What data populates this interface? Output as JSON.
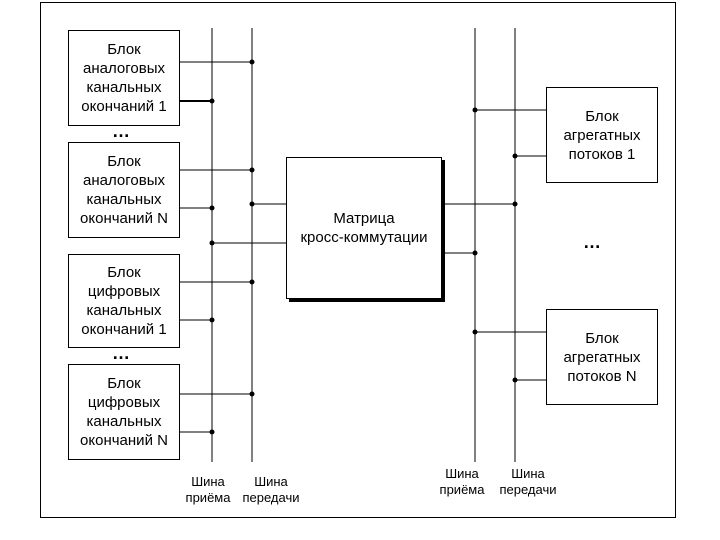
{
  "left_blocks": [
    {
      "lines": [
        "Блок",
        "аналоговых",
        "канальных",
        "окончаний 1"
      ]
    },
    {
      "lines": [
        "Блок",
        "аналоговых",
        "канальных",
        "окончаний N"
      ]
    },
    {
      "lines": [
        "Блок",
        "цифровых",
        "канальных",
        "окончаний 1"
      ]
    },
    {
      "lines": [
        "Блок",
        "цифровых",
        "канальных",
        "окончаний N"
      ]
    }
  ],
  "center_block": {
    "lines": [
      "Матрица",
      "кросс-коммутации"
    ]
  },
  "right_blocks": [
    {
      "lines": [
        "Блок",
        "агрегатных",
        "потоков 1"
      ]
    },
    {
      "lines": [
        "Блок",
        "агрегатных",
        "потоков N"
      ]
    }
  ],
  "bus_labels": {
    "left_rx": [
      "Шина",
      "приёма"
    ],
    "left_tx": [
      "Шина",
      "передачи"
    ],
    "right_rx": [
      "Шина",
      "приёма"
    ],
    "right_tx": [
      "Шина",
      "передачи"
    ]
  },
  "ellipsis": "…",
  "colors": {
    "line": "#000000",
    "background": "#ffffff"
  }
}
